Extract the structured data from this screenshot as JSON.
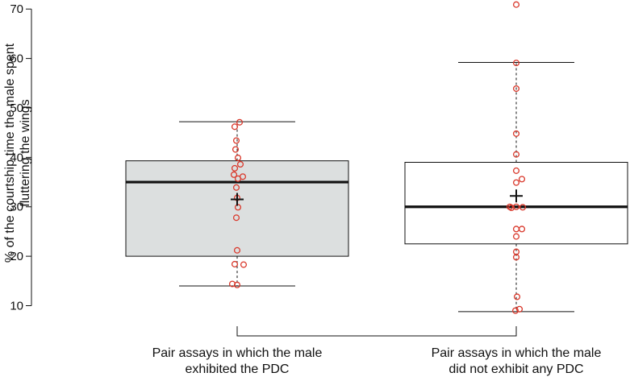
{
  "chart_data": {
    "type": "box",
    "ylabel_lines": [
      "% of the courtship time the male spent",
      "fluttering the wings"
    ],
    "ylim": [
      7,
      72
    ],
    "yticks": [
      10,
      20,
      30,
      40,
      50,
      60,
      70
    ],
    "legend": "none",
    "grid": false,
    "categories": [
      {
        "label_lines": [
          "Pair assays in which the male",
          "exhibited the PDC"
        ],
        "fill": "#dcdfdf",
        "whisker_low": 14,
        "q1": 20,
        "median": 35,
        "q3": 39.3,
        "whisker_high": 47.2,
        "mean": 31.5,
        "points": [
          47.1,
          46.2,
          43.4,
          41.6,
          39.9,
          38.6,
          37.8,
          36.5,
          36.1,
          35.7,
          33.9,
          31.8,
          29.9,
          27.8,
          21.2,
          18.4,
          18.3,
          14.4,
          14.2
        ]
      },
      {
        "label_lines": [
          "Pair assays in which the male",
          "did not exhibit any PDC"
        ],
        "fill": "#ffffff",
        "whisker_low": 8.8,
        "q1": 22.5,
        "median": 30,
        "q3": 39,
        "whisker_high": 59.2,
        "mean": 32.2,
        "points": [
          70.9,
          59.1,
          53.9,
          44.8,
          40.6,
          37.3,
          35.6,
          34.9,
          30.0,
          30.0,
          29.9,
          29.8,
          25.5,
          25.5,
          24.0,
          20.9,
          19.8,
          11.8,
          9.3,
          9.0
        ]
      }
    ],
    "point_color": "#d9382b",
    "bracket": true
  }
}
